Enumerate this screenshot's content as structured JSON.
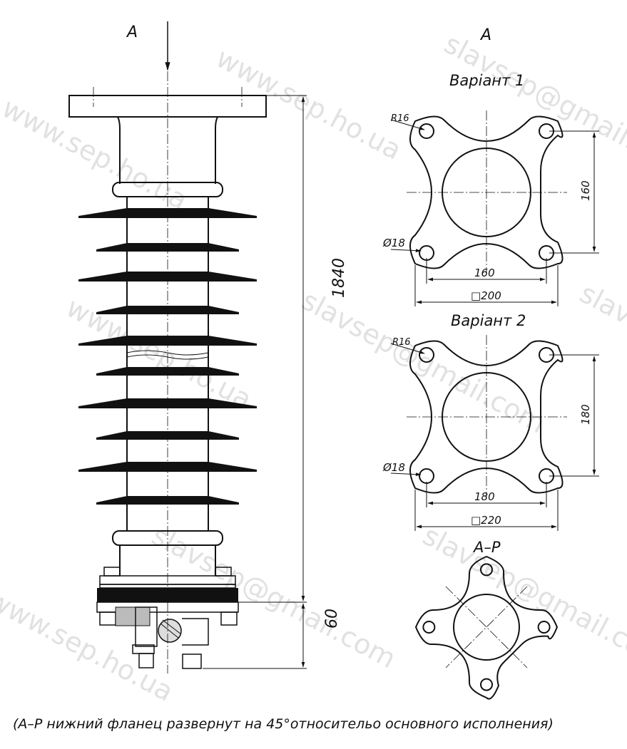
{
  "labels": {
    "view_arrow": "A",
    "view_a": "A",
    "variant1": "Варіант 1",
    "variant2": "Варіант 2",
    "ap_view": "А–Р",
    "height_total": "1840",
    "height_base": "60",
    "v1_radius": "R16",
    "v1_hole": "Ø18",
    "v1_vertical": "160",
    "v1_horizontal": "160",
    "v1_square": "□200",
    "v2_radius": "R16",
    "v2_hole": "Ø18",
    "v2_vertical": "180",
    "v2_horizontal": "180",
    "v2_square": "□220",
    "caption": "(А–Р нижний фланец развернут на 45°относительо основного исполнения)"
  },
  "watermarks": [
    "slavsep@gmail.com",
    "www.sep.ho.ua"
  ]
}
